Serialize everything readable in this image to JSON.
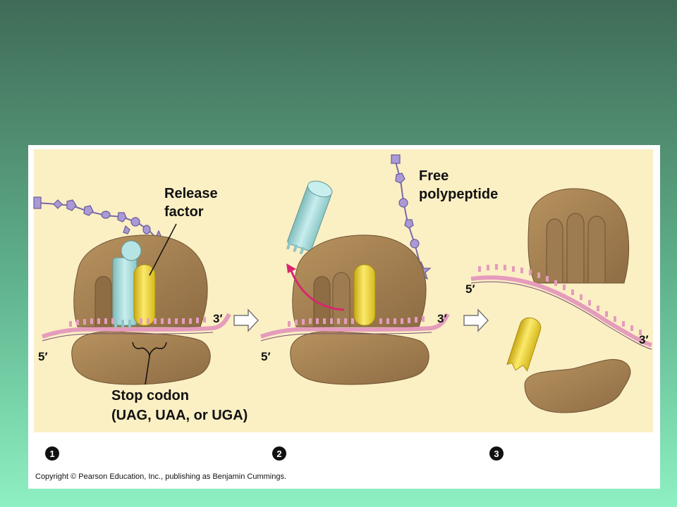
{
  "labels": {
    "release_factor_line1": "Release",
    "release_factor_line2": "factor",
    "free_polypeptide_line1": "Free",
    "free_polypeptide_line2": "polypeptide",
    "stop_codon_line1": "Stop codon",
    "stop_codon_line2": "(UAG, UAA, or UGA)"
  },
  "primes": {
    "three_prime": "3′",
    "five_prime": "5′"
  },
  "steps": [
    "1",
    "2",
    "3"
  ],
  "copyright": "Copyright © Pearson Education, Inc., publishing as Benjamin Cummings.",
  "colors": {
    "panel_bg": "#fbefc4",
    "ribosome": "#a78257",
    "ribosome_dark": "#7d5f3c",
    "release_factor": "#f2dd48",
    "trna": "#a8dcdc",
    "polypeptide": "#a99ad6",
    "mrna": "#e59cbc",
    "arrow_pink": "#d8266e"
  }
}
